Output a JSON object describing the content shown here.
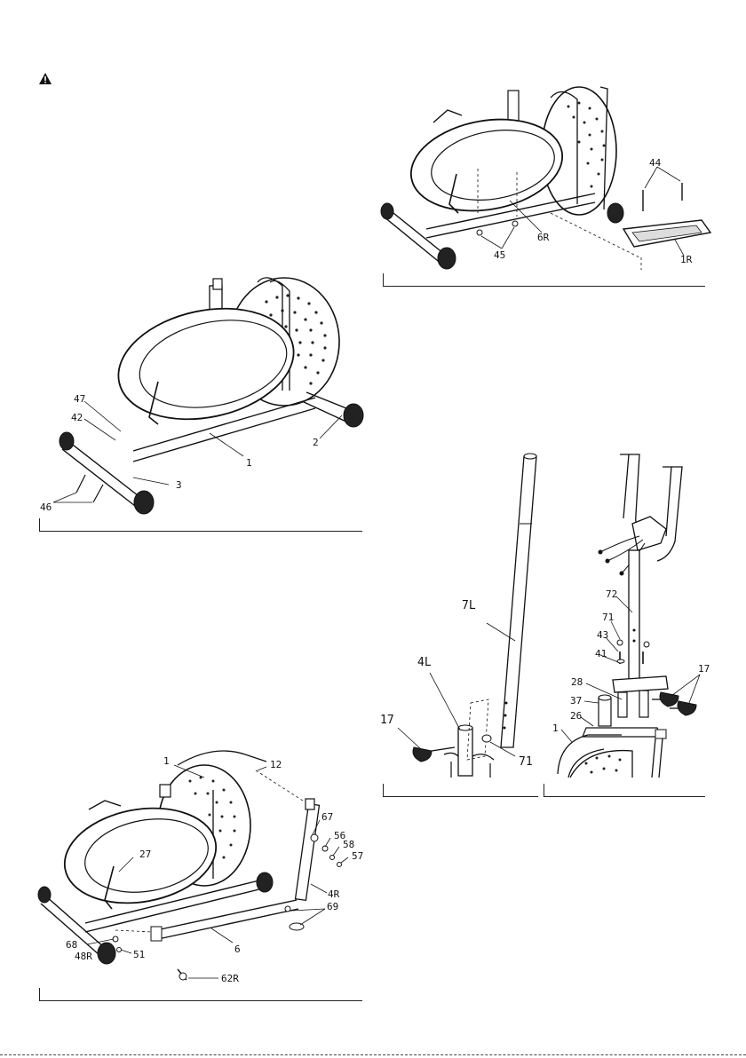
{
  "warning_icon": "warning-triangle-icon",
  "figures": {
    "fig1": {
      "labels": {
        "l47": "47",
        "l42": "42",
        "l1": "1",
        "l2": "2",
        "l3": "3",
        "l46": "46"
      }
    },
    "fig2": {
      "labels": {
        "l44": "44",
        "l6R": "6R",
        "l45": "45",
        "l1R": "1R"
      }
    },
    "fig3": {
      "labels": {
        "l1": "1",
        "l12": "12",
        "l27": "27",
        "l67": "67",
        "l56": "56",
        "l58": "58",
        "l57": "57",
        "l4R": "4R",
        "l69": "69",
        "l68": "68",
        "l48R": "48R",
        "l51": "51",
        "l6": "6",
        "l62R": "62R"
      }
    },
    "fig4": {
      "labels": {
        "l7L": "7L",
        "l4L": "4L",
        "l17": "17",
        "l71": "71"
      }
    },
    "fig5": {
      "labels": {
        "l72": "72",
        "l71": "71",
        "l43": "43",
        "l41": "41",
        "l17": "17",
        "l28": "28",
        "l37": "37",
        "l26": "26",
        "l1": "1"
      }
    }
  }
}
